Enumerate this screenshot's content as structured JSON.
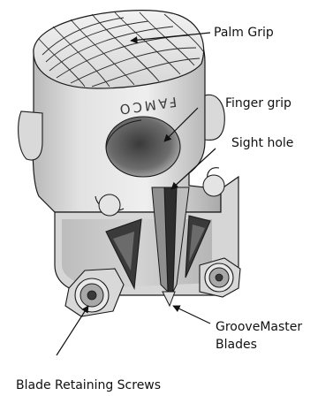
{
  "product": {
    "engraving": "FAMCO"
  },
  "labels": {
    "palm_grip": "Palm Grip",
    "finger_grip": "Finger grip",
    "sight_hole": "Sight hole",
    "groovemaster_line1": "GrooveMaster",
    "groovemaster_line2": "Blades",
    "blade_screws": "Blade Retaining Screws"
  },
  "colors": {
    "body_light": "#ededed",
    "body_mid": "#cfcfcf",
    "body_shadow": "#9a9a9a",
    "outline": "#1a1a1a",
    "slot_dark": "#2e2e2e"
  }
}
